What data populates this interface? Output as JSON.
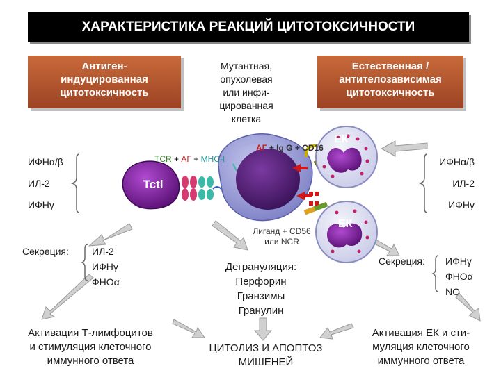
{
  "title": "ХАРАКТЕРИСТИКА РЕАКЦИЙ ЦИТОТОКСИЧНОСТИ",
  "left_box": [
    "Антиген-",
    "индуцированная",
    "цитотоксичность"
  ],
  "right_box": [
    "Естественная /",
    "антителозависимая",
    "цитотоксичность"
  ],
  "target_cell_label": [
    "Мутантная,",
    "опухолевая",
    "или инфи-",
    "цированная",
    "клетка"
  ],
  "left_cytokines": [
    "ИФНα/β",
    "ИЛ-2",
    "ИФНγ"
  ],
  "right_cytokines": [
    "ИФНα/β",
    "ИЛ-2",
    "ИФНγ"
  ],
  "tctl_label": "Tctl",
  "tcr_label": {
    "tcr": "TCR",
    "plus1": "+",
    "ag": "АГ",
    "plus2": "+",
    "mhc": "MHC-I"
  },
  "igg_label": {
    "ag": "АГ",
    "rest": "+ Ig G + CD16"
  },
  "ek_label": "ЕК",
  "ek2_label": "ЕК",
  "ligand_label": [
    "Лиганд + CD56",
    "или NCR"
  ],
  "left_secretion": {
    "label": "Секреция:",
    "items": [
      "ИЛ-2",
      "ИФНγ",
      "ФНОα"
    ]
  },
  "center_degranulation": [
    "Дегрануляция:",
    "Перфорин",
    "Гранзимы",
    "Гранулин"
  ],
  "right_secretion": {
    "label": "Секреция:",
    "items": [
      "ИФНγ",
      "ФНОα",
      "NO"
    ]
  },
  "bottom_left": [
    "Активация Т-лимфоцитов",
    "и стимуляция клеточного",
    "иммунного ответа"
  ],
  "bottom_center": [
    "ЦИТОЛИЗ И АПОПТОЗ",
    "МИШЕНЕЙ"
  ],
  "bottom_right": [
    "Активация ЕК и сти-",
    "муляция клеточного",
    "иммунного ответа"
  ],
  "colors": {
    "box": "#b55530",
    "target_cell": "#8a8fcf",
    "nucleus": "#4a1f6a",
    "tctl": "#7a1f9a",
    "granule": "#c0206a",
    "arrow": "#cfcfcf"
  }
}
